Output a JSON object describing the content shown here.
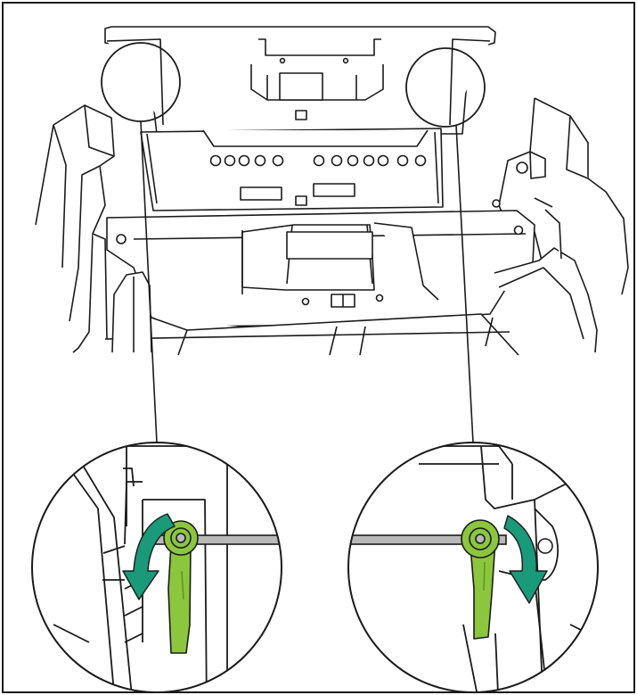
{
  "figure": {
    "kind": "line-art illustration",
    "colors": {
      "line": "#1a1a1a",
      "background": "#ffffff",
      "lever": "#8cc63f",
      "lever_dark": "#5f9a1e",
      "arrow": "#1a9a78",
      "shaft": "#b9b9b9"
    },
    "callouts": [
      {
        "side": "left",
        "rotation": "counter-clockwise-down"
      },
      {
        "side": "right",
        "rotation": "clockwise-down"
      }
    ]
  }
}
